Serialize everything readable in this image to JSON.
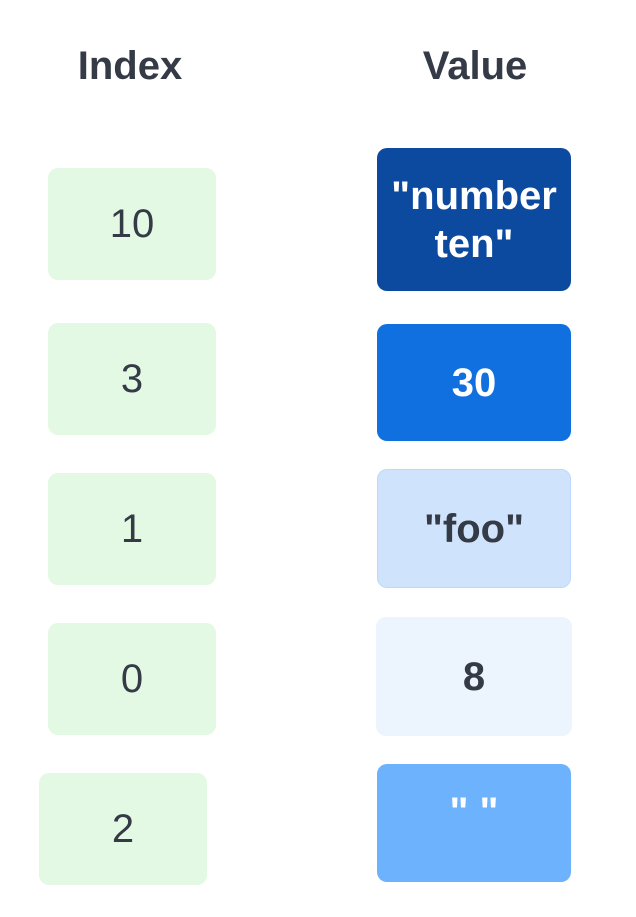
{
  "headers": {
    "index": "Index",
    "value": "Value"
  },
  "rows": [
    {
      "index": "10",
      "value_line1": "\"number",
      "value_line2": "ten\""
    },
    {
      "index": "3",
      "value_line1": "30",
      "value_line2": ""
    },
    {
      "index": "1",
      "value_line1": "\"foo\"",
      "value_line2": ""
    },
    {
      "index": "0",
      "value_line1": "8",
      "value_line2": ""
    },
    {
      "index": "2",
      "value_line1": "\" \"",
      "value_line2": ""
    }
  ],
  "colors": {
    "index_bg": "#e4f9e3",
    "text_dark": "#343a46",
    "value_bg_0": "#0c4aa0",
    "value_bg_1": "#1070e0",
    "value_bg_2": "#cfe4fc",
    "value_bg_3": "#ecf4fe",
    "value_bg_4": "#6db2fd"
  }
}
